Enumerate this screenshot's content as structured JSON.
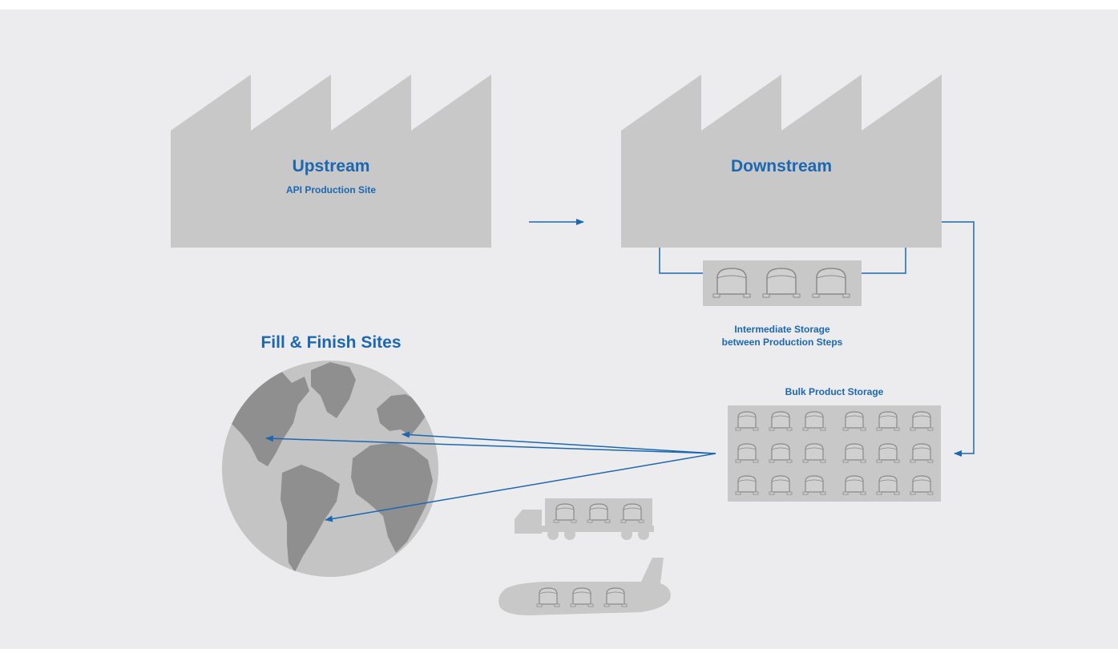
{
  "upstream": {
    "title": "Upstream",
    "subtitle": "API Production Site"
  },
  "downstream": {
    "title": "Downstream"
  },
  "intermediate_storage": {
    "line1": "Intermediate Storage",
    "line2": "between Production Steps"
  },
  "bulk_storage": {
    "title": "Bulk Product Storage"
  },
  "fill_finish": {
    "title": "Fill & Finish Sites"
  },
  "colors": {
    "accent": "#1c67b1",
    "panel": "#ececee",
    "factory": "#c8c8c8",
    "container_fill": "#cfcfcf",
    "container_stroke": "#8a8a8a",
    "globe_ocean": "#c4c4c4",
    "globe_land": "#909090"
  },
  "icons": [
    "factory-icon",
    "storage-tank-icon",
    "globe-icon",
    "truck-icon",
    "airplane-icon",
    "arrow-icon"
  ]
}
